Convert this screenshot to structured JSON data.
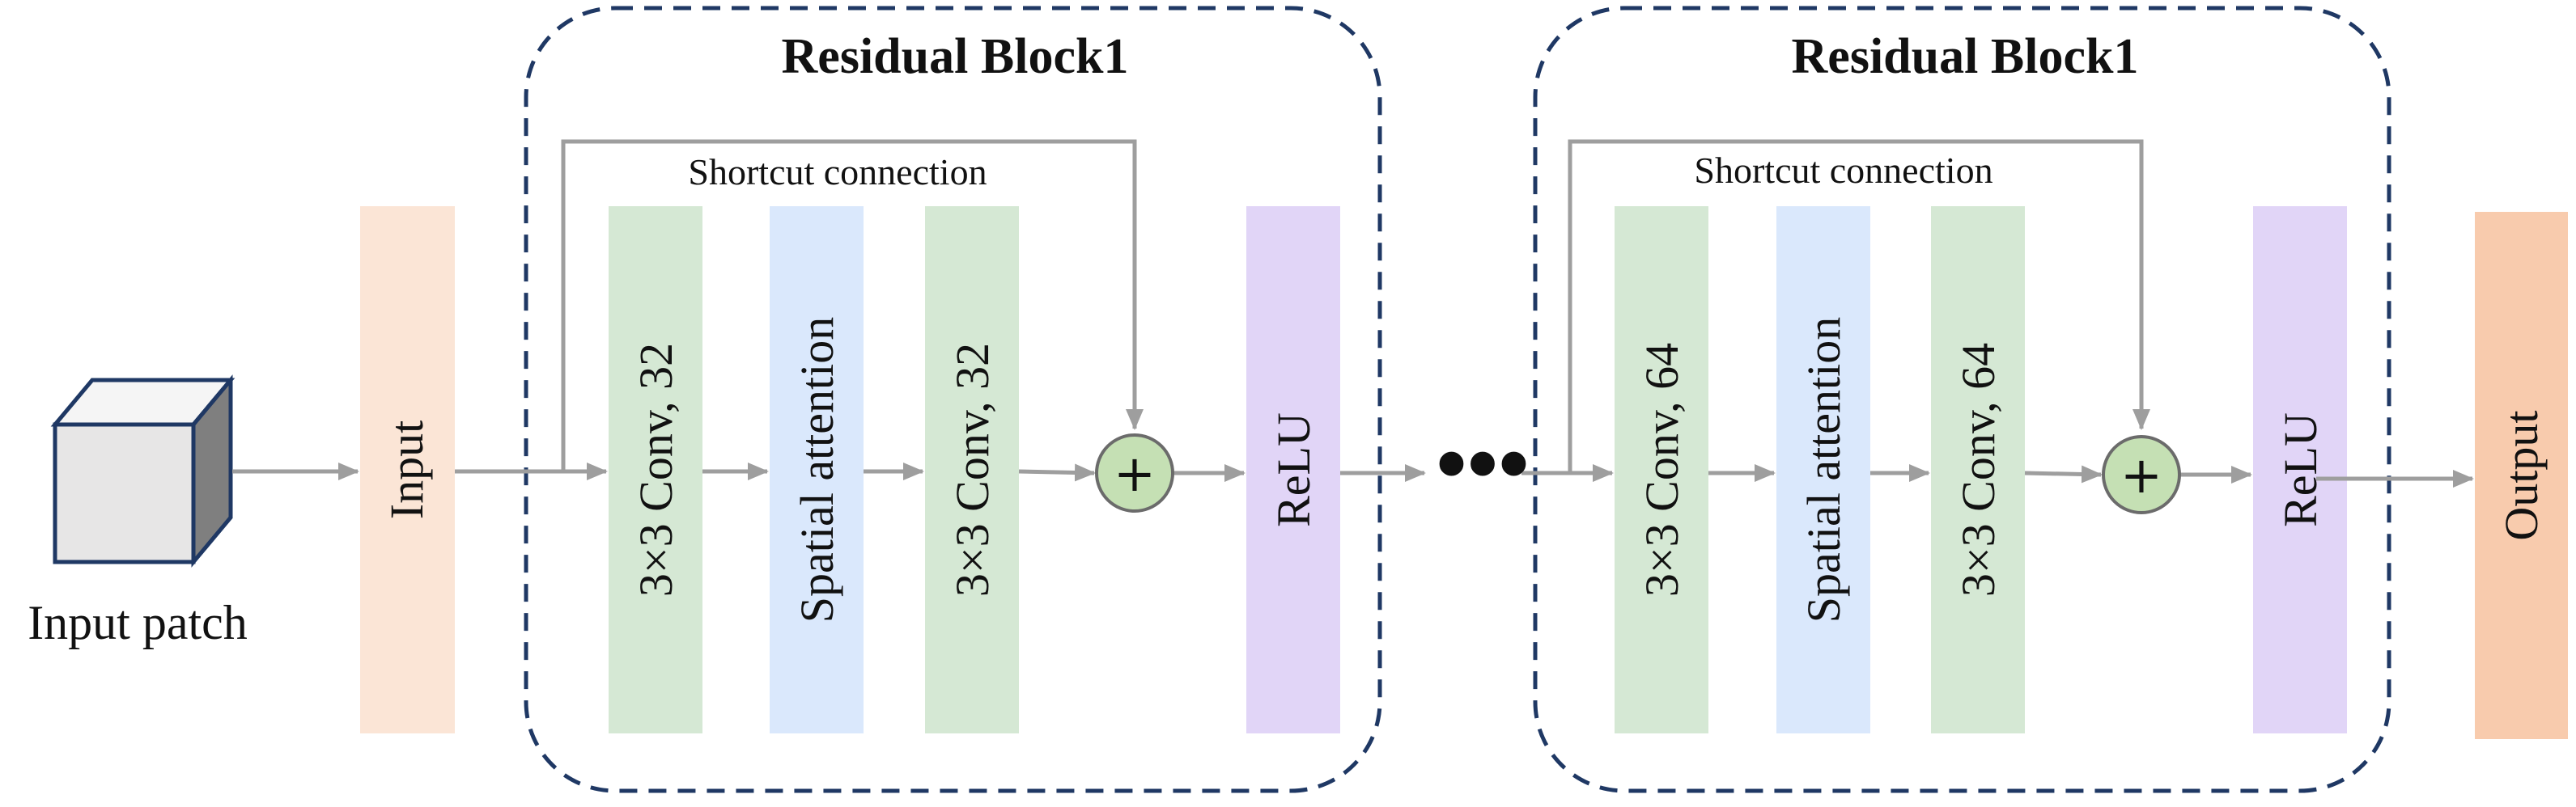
{
  "input_patch": {
    "label": "Input patch"
  },
  "input_layer": {
    "label": "Input"
  },
  "blocks": [
    {
      "title": "Residual Block1",
      "shortcut_label": "Shortcut connection",
      "conv1_label": "3×3 Conv, 32",
      "attention_label": "Spatial attention",
      "conv2_label": "3×3 Conv, 32",
      "relu_label": "ReLU"
    },
    {
      "title": "Residual Block1",
      "shortcut_label": "Shortcut connection",
      "conv1_label": "3×3 Conv, 64",
      "attention_label": "Spatial attention",
      "conv2_label": "3×3 Conv, 64",
      "relu_label": "ReLU"
    }
  ],
  "ellipsis": "•••",
  "output_layer": {
    "label": "Output"
  },
  "add_symbol": "+",
  "colors": {
    "input_layer": "#fbe5d6",
    "conv": "#d5e8d4",
    "attention": "#dae8fc",
    "relu": "#e1d5f7",
    "output": "#f8cbad",
    "add_node": "#c5e0b4",
    "arrow": "#9e9e9e",
    "block_border": "#1f3864",
    "cube_front": "#e7e6e6",
    "cube_top": "#f5f5f5",
    "cube_side": "#7f7f7f"
  }
}
